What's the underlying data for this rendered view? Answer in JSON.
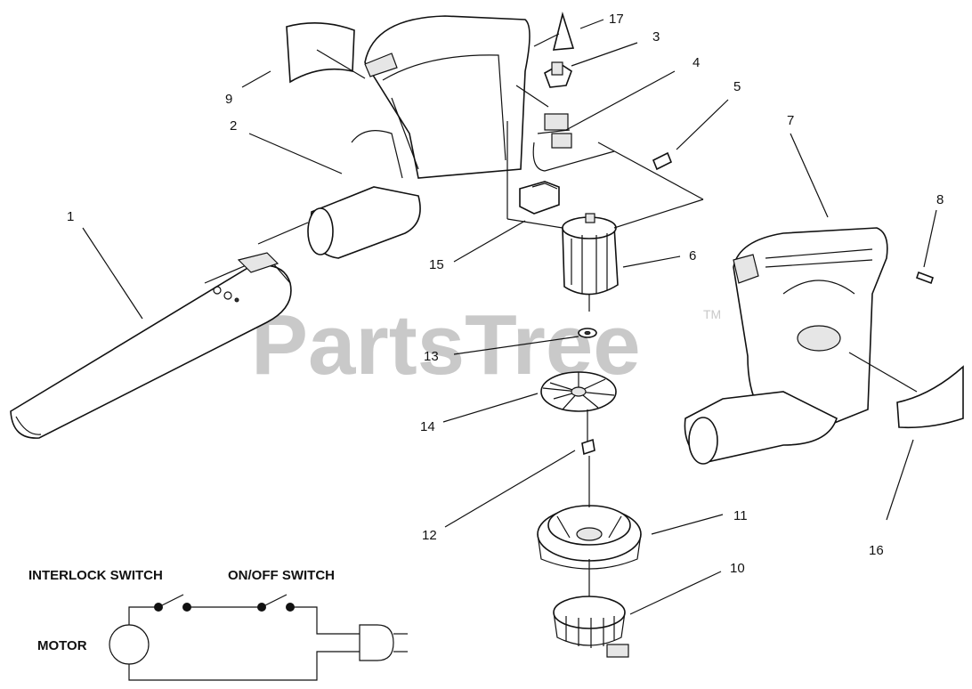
{
  "watermark": {
    "text": "PartsTree",
    "trademark": "TM"
  },
  "callouts": {
    "c1": "1",
    "c2": "2",
    "c3": "3",
    "c4": "4",
    "c5": "5",
    "c6": "6",
    "c7": "7",
    "c8": "8",
    "c9": "9",
    "c10": "10",
    "c11": "11",
    "c12": "12",
    "c13": "13",
    "c14": "14",
    "c15": "15",
    "c16": "16",
    "c17": "17"
  },
  "schematic": {
    "interlock_switch": "INTERLOCK SWITCH",
    "on_off_switch": "ON/OFF SWITCH",
    "motor": "MOTOR"
  }
}
